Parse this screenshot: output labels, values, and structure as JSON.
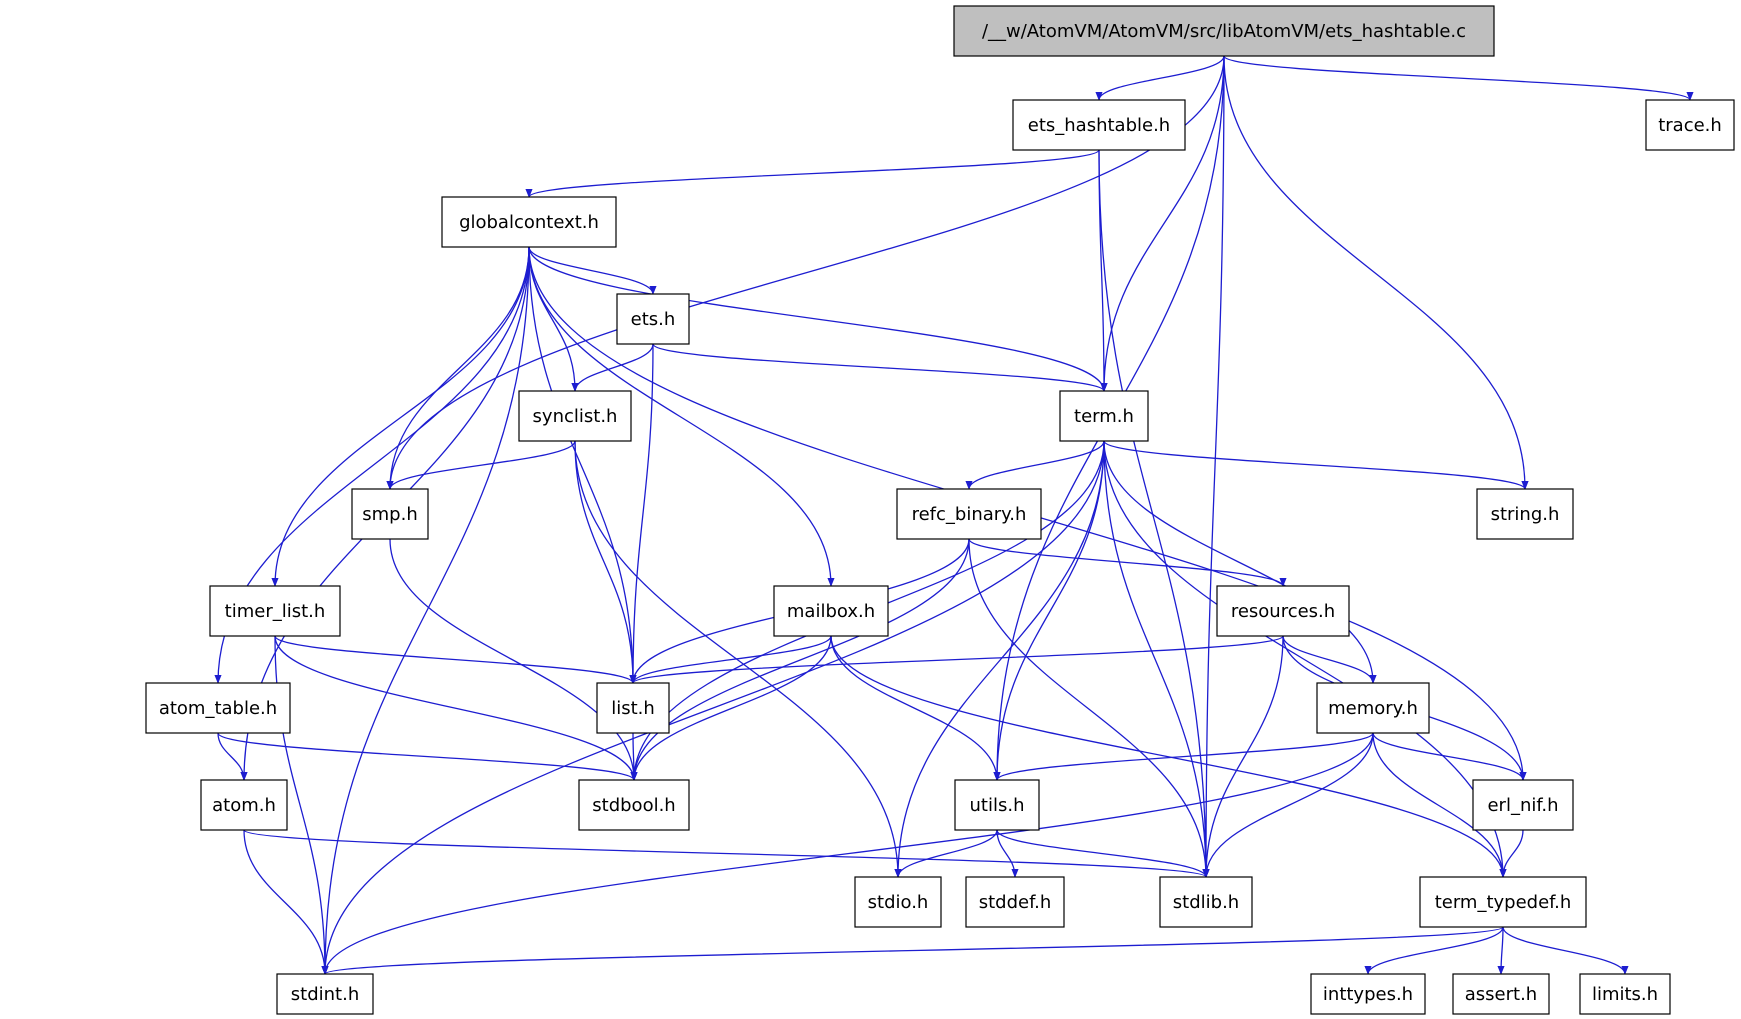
{
  "diagram": {
    "root": "/__w/AtomVM/AtomVM/src/libAtomVM/ets_hashtable.c",
    "colors": {
      "edge": "#1d1dd0",
      "root_fill": "#bfbfbf",
      "node_fill": "#ffffff",
      "border": "#000000"
    },
    "nodes": {
      "root": "/__w/AtomVM/AtomVM/src/libAtomVM/ets_hashtable.c",
      "ets_hashtable_h": "ets_hashtable.h",
      "trace_h": "trace.h",
      "globalcontext_h": "globalcontext.h",
      "ets_h": "ets.h",
      "synclist_h": "synclist.h",
      "term_h": "term.h",
      "smp_h": "smp.h",
      "string_h": "string.h",
      "refc_binary_h": "refc_binary.h",
      "timer_list_h": "timer_list.h",
      "mailbox_h": "mailbox.h",
      "resources_h": "resources.h",
      "atom_table_h": "atom_table.h",
      "list_h": "list.h",
      "memory_h": "memory.h",
      "atom_h": "atom.h",
      "stdbool_h": "stdbool.h",
      "utils_h": "utils.h",
      "erl_nif_h": "erl_nif.h",
      "stdio_h": "stdio.h",
      "stddef_h": "stddef.h",
      "stdlib_h": "stdlib.h",
      "term_typedef_h": "term_typedef.h",
      "stdint_h": "stdint.h",
      "inttypes_h": "inttypes.h",
      "assert_h": "assert.h",
      "limits_h": "limits.h"
    },
    "edges": [
      [
        "root",
        "ets_hashtable_h"
      ],
      [
        "root",
        "trace_h"
      ],
      [
        "root",
        "term_h"
      ],
      [
        "root",
        "smp_h"
      ],
      [
        "root",
        "string_h"
      ],
      [
        "root",
        "utils_h"
      ],
      [
        "root",
        "stdlib_h"
      ],
      [
        "ets_hashtable_h",
        "globalcontext_h"
      ],
      [
        "ets_hashtable_h",
        "term_h"
      ],
      [
        "ets_hashtable_h",
        "stdlib_h"
      ],
      [
        "globalcontext_h",
        "ets_h"
      ],
      [
        "globalcontext_h",
        "synclist_h"
      ],
      [
        "globalcontext_h",
        "term_h"
      ],
      [
        "globalcontext_h",
        "smp_h"
      ],
      [
        "globalcontext_h",
        "timer_list_h"
      ],
      [
        "globalcontext_h",
        "mailbox_h"
      ],
      [
        "globalcontext_h",
        "atom_table_h"
      ],
      [
        "globalcontext_h",
        "atom_h"
      ],
      [
        "globalcontext_h",
        "list_h"
      ],
      [
        "globalcontext_h",
        "erl_nif_h"
      ],
      [
        "globalcontext_h",
        "stdint_h"
      ],
      [
        "ets_h",
        "synclist_h"
      ],
      [
        "ets_h",
        "term_h"
      ],
      [
        "ets_h",
        "list_h"
      ],
      [
        "synclist_h",
        "smp_h"
      ],
      [
        "synclist_h",
        "list_h"
      ],
      [
        "synclist_h",
        "stdio_h"
      ],
      [
        "term_h",
        "string_h"
      ],
      [
        "term_h",
        "refc_binary_h"
      ],
      [
        "term_h",
        "memory_h"
      ],
      [
        "term_h",
        "utils_h"
      ],
      [
        "term_h",
        "stdbool_h"
      ],
      [
        "term_h",
        "stdio_h"
      ],
      [
        "term_h",
        "stdlib_h"
      ],
      [
        "term_h",
        "term_typedef_h"
      ],
      [
        "term_h",
        "stdint_h"
      ],
      [
        "smp_h",
        "stdbool_h"
      ],
      [
        "refc_binary_h",
        "resources_h"
      ],
      [
        "refc_binary_h",
        "list_h"
      ],
      [
        "refc_binary_h",
        "stdbool_h"
      ],
      [
        "refc_binary_h",
        "stdlib_h"
      ],
      [
        "timer_list_h",
        "list_h"
      ],
      [
        "timer_list_h",
        "stdbool_h"
      ],
      [
        "timer_list_h",
        "stdint_h"
      ],
      [
        "mailbox_h",
        "list_h"
      ],
      [
        "mailbox_h",
        "stdbool_h"
      ],
      [
        "mailbox_h",
        "utils_h"
      ],
      [
        "mailbox_h",
        "term_typedef_h"
      ],
      [
        "resources_h",
        "list_h"
      ],
      [
        "resources_h",
        "memory_h"
      ],
      [
        "resources_h",
        "erl_nif_h"
      ],
      [
        "resources_h",
        "stdlib_h"
      ],
      [
        "atom_table_h",
        "atom_h"
      ],
      [
        "atom_table_h",
        "stdbool_h"
      ],
      [
        "list_h",
        "stdbool_h"
      ],
      [
        "memory_h",
        "utils_h"
      ],
      [
        "memory_h",
        "erl_nif_h"
      ],
      [
        "memory_h",
        "stdlib_h"
      ],
      [
        "memory_h",
        "term_typedef_h"
      ],
      [
        "memory_h",
        "stdint_h"
      ],
      [
        "atom_h",
        "stdlib_h"
      ],
      [
        "atom_h",
        "stdint_h"
      ],
      [
        "utils_h",
        "stdio_h"
      ],
      [
        "utils_h",
        "stddef_h"
      ],
      [
        "utils_h",
        "stdlib_h"
      ],
      [
        "erl_nif_h",
        "term_typedef_h"
      ],
      [
        "term_typedef_h",
        "inttypes_h"
      ],
      [
        "term_typedef_h",
        "assert_h"
      ],
      [
        "term_typedef_h",
        "limits_h"
      ],
      [
        "term_typedef_h",
        "stdint_h"
      ]
    ]
  }
}
